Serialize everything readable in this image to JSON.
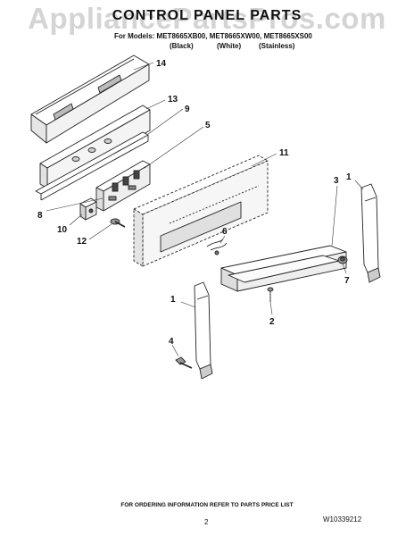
{
  "watermark": "AppliancePartsPros.com",
  "header": {
    "title": "CONTROL PANEL PARTS",
    "models": "For Models: MET8665XB00, MET8665XW00, MET8665XS00",
    "variants": [
      "(Black)",
      "(White)",
      "(Stainless)"
    ]
  },
  "callouts": [
    "14",
    "13",
    "9",
    "5",
    "11",
    "8",
    "10",
    "12",
    "6",
    "3",
    "1",
    "7",
    "2",
    "1",
    "4"
  ],
  "footer": {
    "ordering_note": "FOR ORDERING INFORMATION REFER TO PARTS PRICE LIST",
    "page_number": "2",
    "document_code": "W10339212"
  }
}
